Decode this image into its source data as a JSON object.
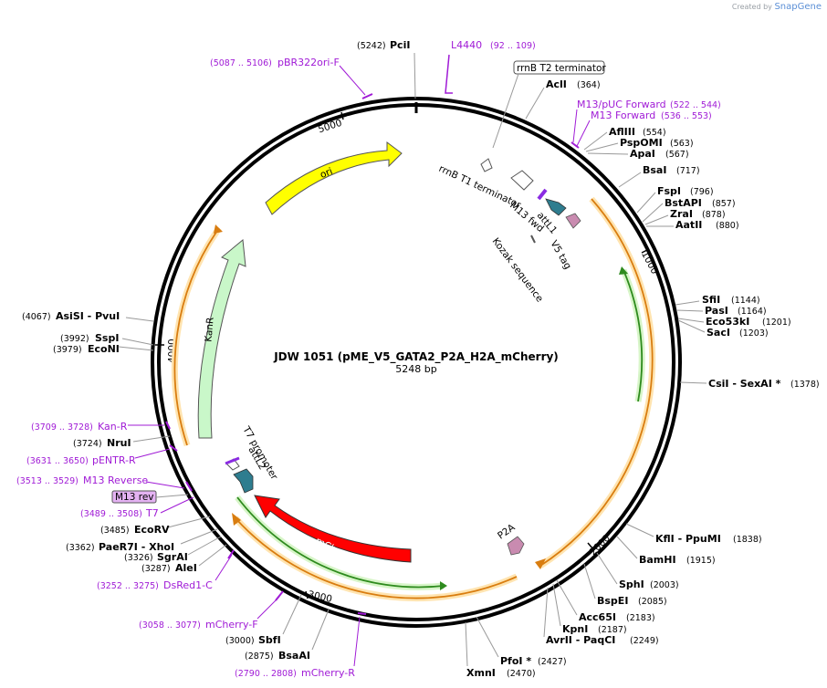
{
  "branding": {
    "created_by": "Created by",
    "app": "SnapGene"
  },
  "plasmid": {
    "name": "JDW 1051 (pME_V5_GATA2_P2A_H2A_mCherry)",
    "size": "5248 bp",
    "length": 5248
  },
  "ticks": [
    "1000",
    "2000",
    "3000",
    "4000",
    "5000"
  ],
  "sites": [
    {
      "name": "PciI",
      "pos": "(5242)"
    },
    {
      "name": "AclI",
      "pos": "(364)"
    },
    {
      "name": "AflIII",
      "pos": "(554)"
    },
    {
      "name": "PspOMI",
      "pos": "(563)"
    },
    {
      "name": "ApaI",
      "pos": "(567)"
    },
    {
      "name": "BsaI",
      "pos": "(717)"
    },
    {
      "name": "FspI",
      "pos": "(796)"
    },
    {
      "name": "BstAPI",
      "pos": "(857)"
    },
    {
      "name": "ZraI",
      "pos": "(878)"
    },
    {
      "name": "AatII",
      "pos": "(880)"
    },
    {
      "name": "SfiI",
      "pos": "(1144)"
    },
    {
      "name": "PasI",
      "pos": "(1164)"
    },
    {
      "name": "Eco53kI",
      "pos": "(1201)"
    },
    {
      "name": "SacI",
      "pos": "(1203)"
    },
    {
      "name": "CsiI  - SexAI *",
      "pos": "(1378)"
    },
    {
      "name": "KflI  - PpuMI",
      "pos": "(1838)"
    },
    {
      "name": "BamHI",
      "pos": "(1915)"
    },
    {
      "name": "SphI",
      "pos": "(2003)"
    },
    {
      "name": "BspEI",
      "pos": "(2085)"
    },
    {
      "name": "Acc65I",
      "pos": "(2183)"
    },
    {
      "name": "KpnI",
      "pos": "(2187)"
    },
    {
      "name": "AvrII  - PaqCI",
      "pos": "(2249)"
    },
    {
      "name": "PfoI *",
      "pos": "(2427)"
    },
    {
      "name": "XmnI",
      "pos": "(2470)"
    },
    {
      "name": "BsaAI",
      "pos": "(2875)"
    },
    {
      "name": "SbfI",
      "pos": "(3000)"
    },
    {
      "name": "AleI",
      "pos": "(3287)"
    },
    {
      "name": "SgrAI",
      "pos": "(3326)"
    },
    {
      "name": "PaeR7I  - XhoI",
      "pos": "(3362)"
    },
    {
      "name": "EcoRV",
      "pos": "(3485)"
    },
    {
      "name": "NruI",
      "pos": "(3724)"
    },
    {
      "name": "EcoNI",
      "pos": "(3979)"
    },
    {
      "name": "SspI",
      "pos": "(3992)"
    },
    {
      "name": "AsiSI  - PvuI",
      "pos": "(4067)"
    }
  ],
  "primers": [
    {
      "name": "L4440",
      "pos": "(92 .. 109)"
    },
    {
      "name": "pBR322ori-F",
      "pos": "(5087 .. 5106)"
    },
    {
      "name": "M13/pUC Forward",
      "pos": "(522 .. 544)"
    },
    {
      "name": "M13 Forward",
      "pos": "(536 .. 553)"
    },
    {
      "name": "Kan-R",
      "pos": "(3709 .. 3728)"
    },
    {
      "name": "pENTR-R",
      "pos": "(3631 .. 3650)"
    },
    {
      "name": "M13 Reverse",
      "pos": "(3513 .. 3529)"
    },
    {
      "name": "M13 rev",
      "pos": ""
    },
    {
      "name": "T7",
      "pos": "(3489 .. 3508)"
    },
    {
      "name": "DsRed1-C",
      "pos": "(3252 .. 3275)"
    },
    {
      "name": "mCherry-F",
      "pos": "(3058 .. 3077)"
    },
    {
      "name": "mCherry-R",
      "pos": "(2790 .. 2808)"
    }
  ],
  "features": {
    "rrnb_t2": "rrnB T2 terminator",
    "rrnb_t1": "rrnB T1 terminator",
    "m13_fwd": "M13 fwd",
    "attl1": "attL1",
    "v5_tag": "V5 tag",
    "kozak": "Kozak sequence",
    "ori": "ori",
    "kanr": "KanR",
    "t7_promoter": "T7 promoter",
    "attl2": "attL2",
    "mcherry": "mCherry",
    "p2a": "P2A"
  },
  "colors": {
    "backbone": "#000000",
    "primer": "#a01bd6",
    "ori": "#ffff00",
    "kanr": "#c9f7c9",
    "mcherry": "#ff0000",
    "att": "#2e7d8f",
    "v5": "#c98bb0",
    "p2a": "#c98bb0",
    "orange_orf": "#f0a030",
    "green_orf": "#2e8b1e",
    "m13_rev_box": "#e4b2f2"
  }
}
